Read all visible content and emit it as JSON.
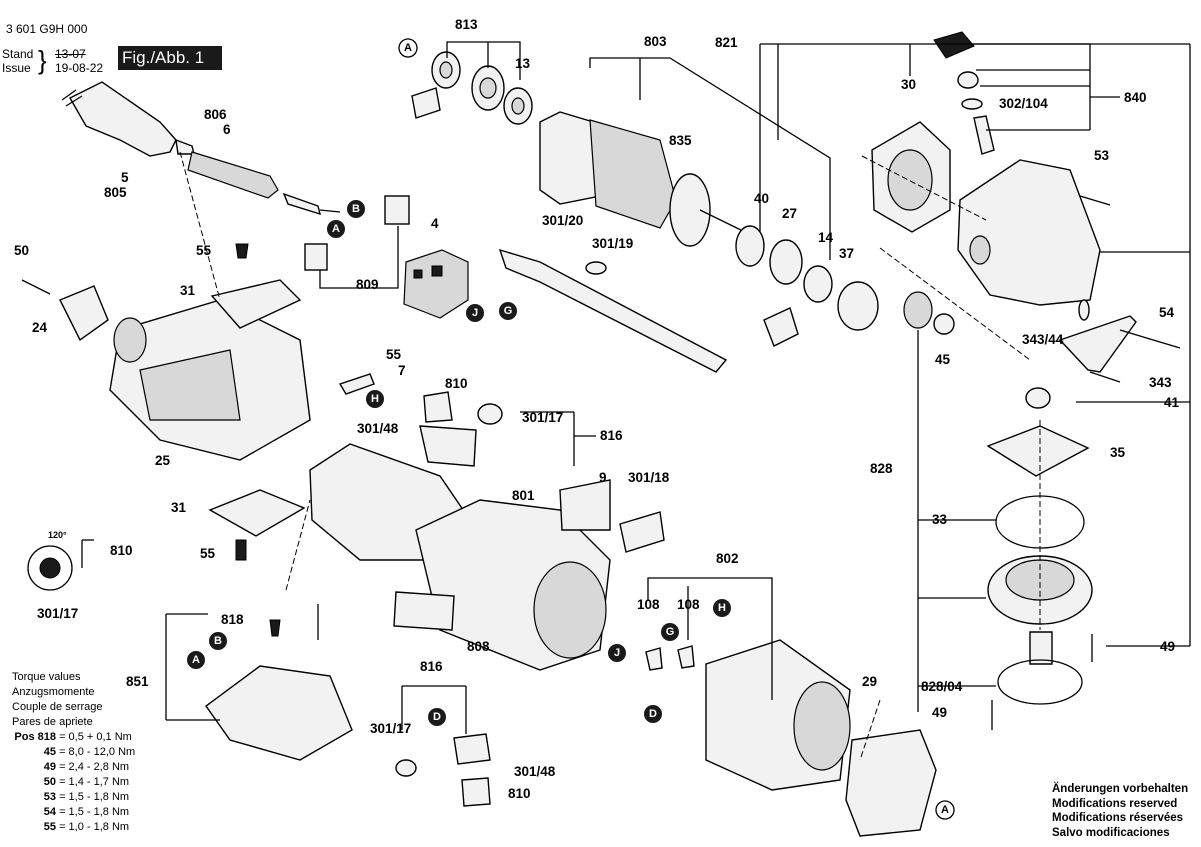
{
  "header": {
    "doc_number": "3 601 G9H 000",
    "stand_label": "Stand",
    "stand_value": "13-07",
    "issue_label": "Issue",
    "issue_value": "19-08-22",
    "figure": "Fig./Abb. 1"
  },
  "callouts": {
    "A": "A",
    "B": "B",
    "D": "D",
    "G": "G",
    "H": "H",
    "J": "J"
  },
  "labels": {
    "p813": "813",
    "p803": "803",
    "p821": "821",
    "p13": "13",
    "p835": "835",
    "p30": "30",
    "p840": "840",
    "p302_104": "302/104",
    "p53": "53",
    "p806": "806",
    "p6": "6",
    "p5": "5",
    "p805": "805",
    "p40": "40",
    "p27": "27",
    "p14": "14",
    "p37": "37",
    "p4": "4",
    "p301_20": "301/20",
    "p301_19": "301/19",
    "p50": "50",
    "p55a": "55",
    "p31a": "31",
    "p24": "24",
    "p809": "809",
    "p45": "45",
    "p54": "54",
    "p343_44": "343/44",
    "p343": "343",
    "p41": "41",
    "p55b": "55",
    "p7": "7",
    "p810a": "810",
    "p301_17a": "301/17",
    "p816a": "816",
    "p301_48a": "301/48",
    "p35": "35",
    "p828": "828",
    "p25": "25",
    "p9": "9",
    "p301_18": "301/18",
    "p801": "801",
    "p33": "33",
    "p31b": "31",
    "p810b": "810",
    "p120": "120°",
    "p55c": "55",
    "p301_17b": "301/17",
    "p802": "802",
    "p108a": "108",
    "p108b": "108",
    "p818": "818",
    "p808": "808",
    "p49a": "49",
    "p851": "851",
    "p816b": "816",
    "p29": "29",
    "p828_04": "828/04",
    "p49b": "49",
    "p301_17c": "301/17",
    "p301_48b": "301/48",
    "p810c": "810"
  },
  "torque": {
    "title": "Torque values",
    "lines": [
      "Anzugsmomente",
      "Couple de serrage",
      "Pares de apriete"
    ],
    "rows": [
      {
        "key": "Pos 818",
        "value": "= 0,5 + 0,1 Nm"
      },
      {
        "key": "45",
        "value": "= 8,0 - 12,0 Nm"
      },
      {
        "key": "49",
        "value": "= 2,4 - 2,8 Nm"
      },
      {
        "key": "50",
        "value": "= 1,4 - 1,7 Nm"
      },
      {
        "key": "53",
        "value": "= 1,5 - 1,8 Nm"
      },
      {
        "key": "54",
        "value": "= 1,5 - 1,8 Nm"
      },
      {
        "key": "55",
        "value": "= 1,0 - 1,8 Nm"
      }
    ]
  },
  "notes": [
    "Änderungen vorbehalten",
    "Modifications reserved",
    "Modifications réservées",
    "Salvo modificaciones"
  ]
}
